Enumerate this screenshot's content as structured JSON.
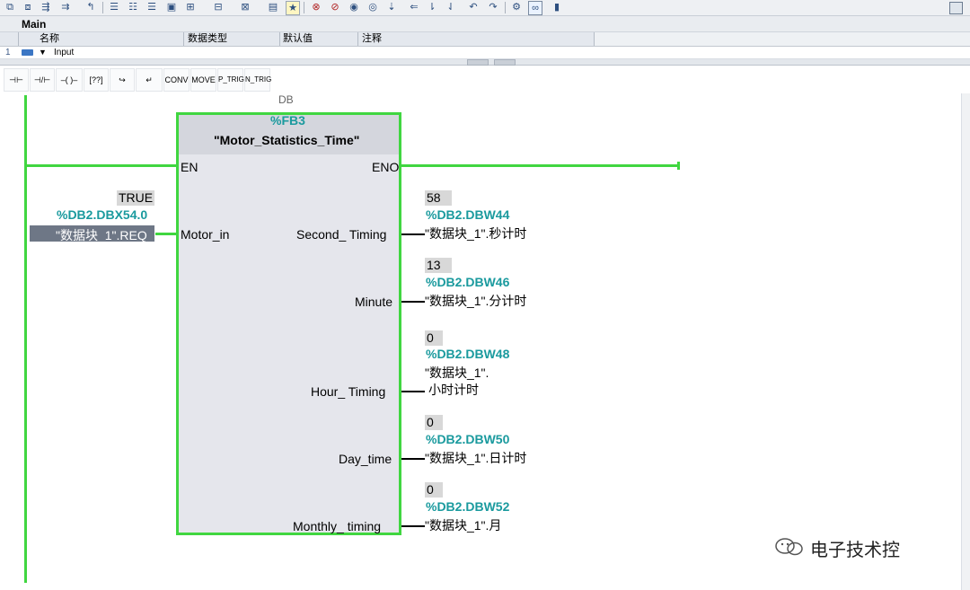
{
  "editor": {
    "block_title": "Main",
    "columns": [
      "名称",
      "数据类型",
      "默认值",
      "注释"
    ],
    "row1": {
      "number": "1",
      "name": "Input"
    },
    "ladder_instructions": [
      "CONV",
      "MOVE",
      "P_TRIG",
      "N_TRIG"
    ]
  },
  "fb": {
    "partial_label": "DB",
    "address": "%FB3",
    "name": "\"Motor_Statistics_Time\"",
    "en": "EN",
    "eno": "ENO",
    "input_pin": "Motor_in",
    "input_value": "TRUE",
    "input_address": "%DB2.DBX54.0",
    "input_tag": "\"数据块_1\".REQ",
    "outputs": [
      {
        "pin": "Second_ Timing",
        "value": "58",
        "address": "%DB2.DBW44",
        "tag": "\"数据块_1\".秒计时"
      },
      {
        "pin": "Minute",
        "value": "13",
        "address": "%DB2.DBW46",
        "tag": "\"数据块_1\".分计时"
      },
      {
        "pin": "Hour_ Timing",
        "value": "0",
        "address": "%DB2.DBW48",
        "tag_line1": "\"数据块_1\".",
        "tag_line2": "小时计时"
      },
      {
        "pin": "Day_time",
        "value": "0",
        "address": "%DB2.DBW50",
        "tag": "\"数据块_1\".日计时"
      },
      {
        "pin": "Monthly_ timing",
        "value": "0",
        "address": "%DB2.DBW52",
        "tag": "\"数据块_1\".月"
      }
    ]
  },
  "watermark": "电子技术控",
  "colors": {
    "rung": "#40d640",
    "address": "#1a9a9e",
    "block_fill": "#e5e6ec"
  }
}
